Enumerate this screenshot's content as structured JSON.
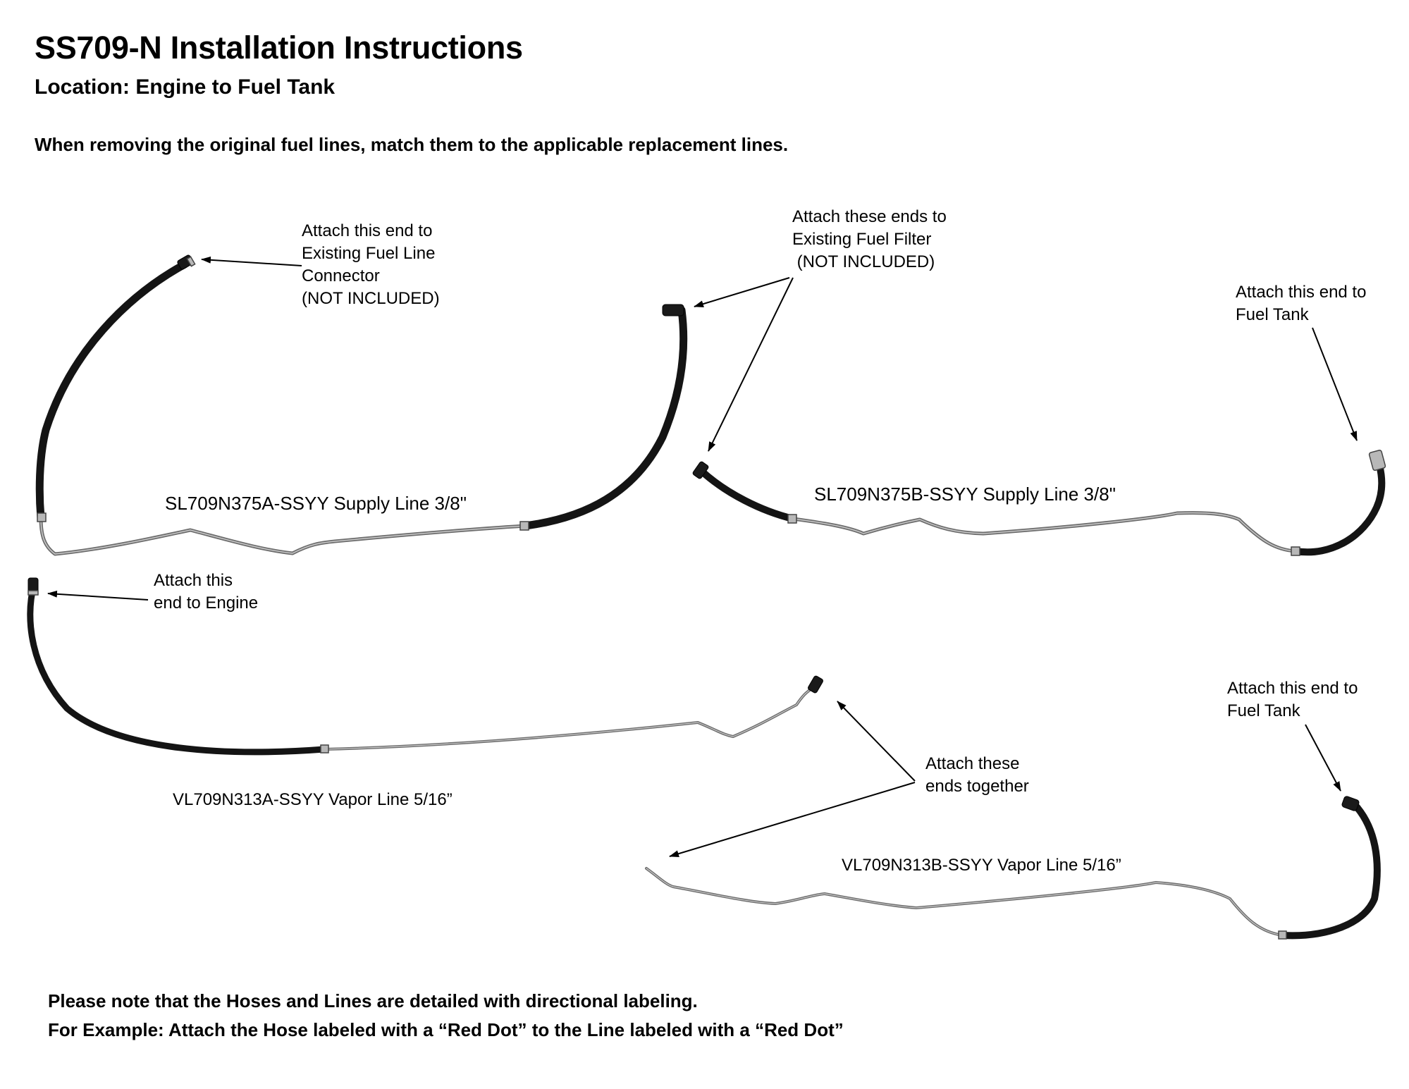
{
  "header": {
    "title": "SS709-N Installation Instructions",
    "location": "Location: Engine to Fuel Tank",
    "intro": "When removing the original fuel lines, match them to the applicable replacement lines."
  },
  "callouts": {
    "connector": "Attach this end to\nExisting Fuel Line\nConnector\n(NOT INCLUDED)",
    "filter": "Attach these ends to\nExisting Fuel Filter\n (NOT INCLUDED)",
    "tank_supply": "Attach this end to\nFuel Tank",
    "engine": "Attach this\nend to Engine",
    "together": "Attach these\nends together",
    "tank_vapor": "Attach this end to\nFuel Tank"
  },
  "parts": {
    "supply_a": "SL709N375A-SSYY Supply Line 3/8\"",
    "supply_b": "SL709N375B-SSYY Supply Line 3/8\"",
    "vapor_a": "VL709N313A-SSYY Vapor Line 5/16”",
    "vapor_b": "VL709N313B-SSYY Vapor Line 5/16”"
  },
  "notes": {
    "line1": "Please note that the Hoses and Lines are detailed with directional labeling.",
    "line2": "For Example: Attach the Hose labeled with a “Red Dot” to the Line labeled with a “Red Dot”"
  },
  "colors": {
    "hose": "#141414",
    "steel_line": "#6d6d6d",
    "text": "#000000",
    "background": "#ffffff"
  }
}
